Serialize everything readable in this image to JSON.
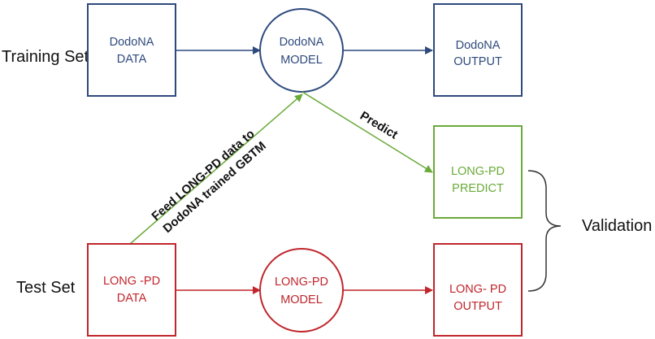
{
  "rows": {
    "training": {
      "label": "Training Set"
    },
    "test": {
      "label": "Test Set"
    }
  },
  "nodes": {
    "dodona_data": {
      "line1": "DodoNA",
      "line2": "DATA"
    },
    "dodona_model": {
      "line1": "DodoNA",
      "line2": "MODEL"
    },
    "dodona_output": {
      "line1": "DodoNA",
      "line2": "OUTPUT"
    },
    "longpd_predict": {
      "line1": "LONG-PD",
      "line2": "PREDICT"
    },
    "longpd_data": {
      "line1": "LONG -PD",
      "line2": "DATA"
    },
    "longpd_model": {
      "line1": "LONG-PD",
      "line2": "MODEL"
    },
    "longpd_output": {
      "line1": "LONG- PD",
      "line2": "OUTPUT"
    }
  },
  "edges": {
    "feed": {
      "line1": "Feed LONG-PD data to",
      "line2": "DodoNA trained GBTM"
    },
    "predict": {
      "label": "Predict"
    }
  },
  "validation": {
    "label": "Validation"
  },
  "colors": {
    "blue": "#2e4a7d",
    "green": "#6aaa3a",
    "red": "#c0262c",
    "dark": "#333333"
  }
}
